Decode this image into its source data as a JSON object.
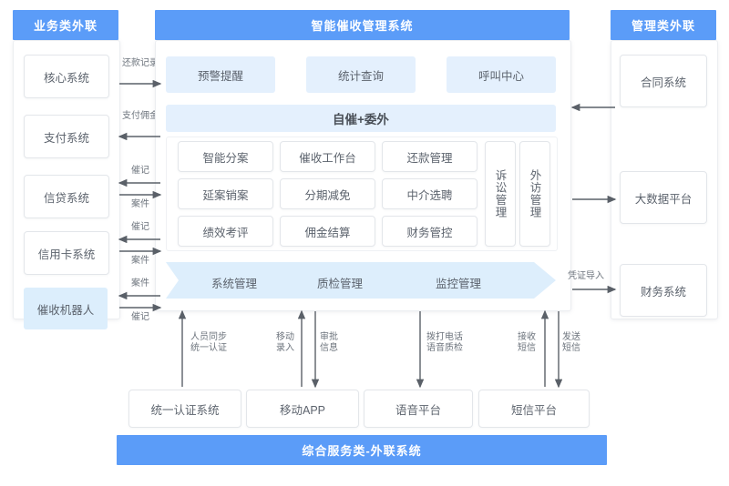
{
  "colors": {
    "header_blue": "#5b9cf8",
    "light_blue": "#e4f0fd",
    "box_border": "#e3e6ea",
    "text": "#5c636d",
    "arrow": "#5a6068",
    "band_fill": "#ddeefc"
  },
  "left_column": {
    "header": "业务类外联",
    "items": [
      {
        "label": "核心系统",
        "highlight": false
      },
      {
        "label": "支付系统",
        "highlight": false
      },
      {
        "label": "信贷系统",
        "highlight": false
      },
      {
        "label": "信用卡系统",
        "highlight": false
      },
      {
        "label": "催收机器人",
        "highlight": true
      }
    ],
    "flows": [
      {
        "label": "还款记录",
        "direction": "right"
      },
      {
        "label": "支付佣金",
        "direction": "left"
      },
      {
        "label": "催记",
        "direction": "left"
      },
      {
        "label": "案件",
        "direction": "right"
      },
      {
        "label": "催记",
        "direction": "left"
      },
      {
        "label": "案件",
        "direction": "right"
      },
      {
        "label": "案件",
        "direction": "left"
      },
      {
        "label": "催记",
        "direction": "right"
      }
    ]
  },
  "center": {
    "header": "智能催收管理系统",
    "top_modules": [
      "预警提醒",
      "统计查询",
      "呼叫中心"
    ],
    "section_title": "自催+委外",
    "grid": [
      [
        "智能分案",
        "催收工作台",
        "还款管理"
      ],
      [
        "延案销案",
        "分期减免",
        "中介选聘"
      ],
      [
        "绩效考评",
        "佣金结算",
        "财务管控"
      ]
    ],
    "vertical_modules": [
      "诉讼管理",
      "外访管理"
    ],
    "band_items": [
      "系统管理",
      "质检管理",
      "监控管理"
    ]
  },
  "right_column": {
    "header": "管理类外联",
    "items": [
      "合同系统",
      "大数据平台",
      "财务系统"
    ],
    "flows": [
      {
        "label": "",
        "direction": "left"
      },
      {
        "label": "",
        "direction": "right"
      },
      {
        "label": "凭证导入",
        "direction": "right"
      }
    ]
  },
  "bottom": {
    "items": [
      "统一认证系统",
      "移动APP",
      "语音平台",
      "短信平台"
    ],
    "flows": [
      {
        "label": "人员同步\n统一认证",
        "direction": "up"
      },
      {
        "label": "移动\n录入",
        "direction": "up"
      },
      {
        "label": "审批\n信息",
        "direction": "down"
      },
      {
        "label": "拨打电话\n语音质检",
        "direction": "down"
      },
      {
        "label": "接收\n短信",
        "direction": "up"
      },
      {
        "label": "发送\n短信",
        "direction": "down"
      }
    ],
    "footer": "综合服务类-外联系统"
  }
}
